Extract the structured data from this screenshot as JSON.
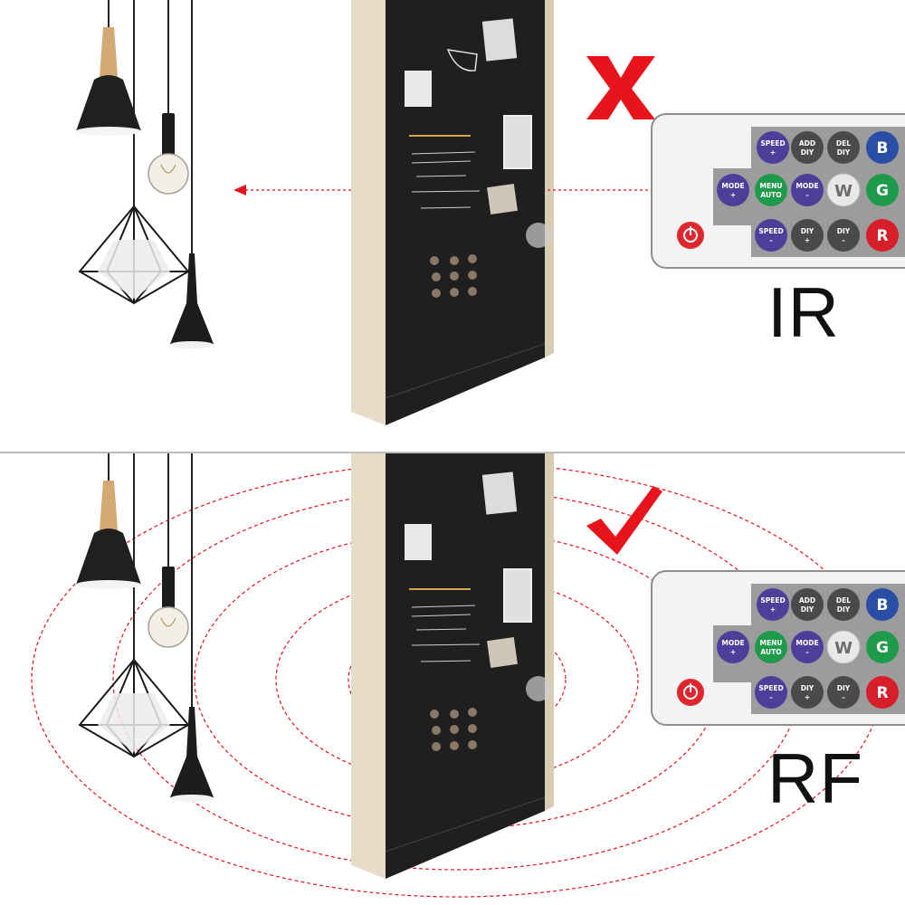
{
  "panels": [
    {
      "id": "ir",
      "label": "IR",
      "status": "blocked",
      "status_color": "#e8141c"
    },
    {
      "id": "rf",
      "label": "RF",
      "status": "passes",
      "status_color": "#e8141c"
    }
  ],
  "remote": {
    "buttons": {
      "speed_up": [
        "SPEED",
        "+"
      ],
      "add_diy": [
        "ADD",
        "DIY"
      ],
      "del_diy": [
        "DEL",
        "DIY"
      ],
      "mode_up": [
        "MODE",
        "+"
      ],
      "menu_auto": [
        "MENU",
        "AUTO"
      ],
      "mode_down": [
        "MODE",
        "–"
      ],
      "white": "W",
      "speed_down": [
        "SPEED",
        "–"
      ],
      "diy_up": [
        "DIY",
        "+"
      ],
      "diy_down": [
        "DIY",
        "–"
      ],
      "blue": "B",
      "green": "G",
      "red": "R"
    },
    "colors": {
      "body": "#f3f3f3",
      "panel": "#9c9c9c",
      "purple": "#4b3f9a",
      "green": "#1f9a4a",
      "dark": "#4a4a4a",
      "blue_btn": "#2a4ea6",
      "green_btn": "#1f9a4a",
      "red_btn": "#d61f2a",
      "power": "#e0262e"
    }
  },
  "colors": {
    "signal": "#e8141c",
    "board_face": "#1f1f1f",
    "board_edge": "#e7dcc8"
  }
}
